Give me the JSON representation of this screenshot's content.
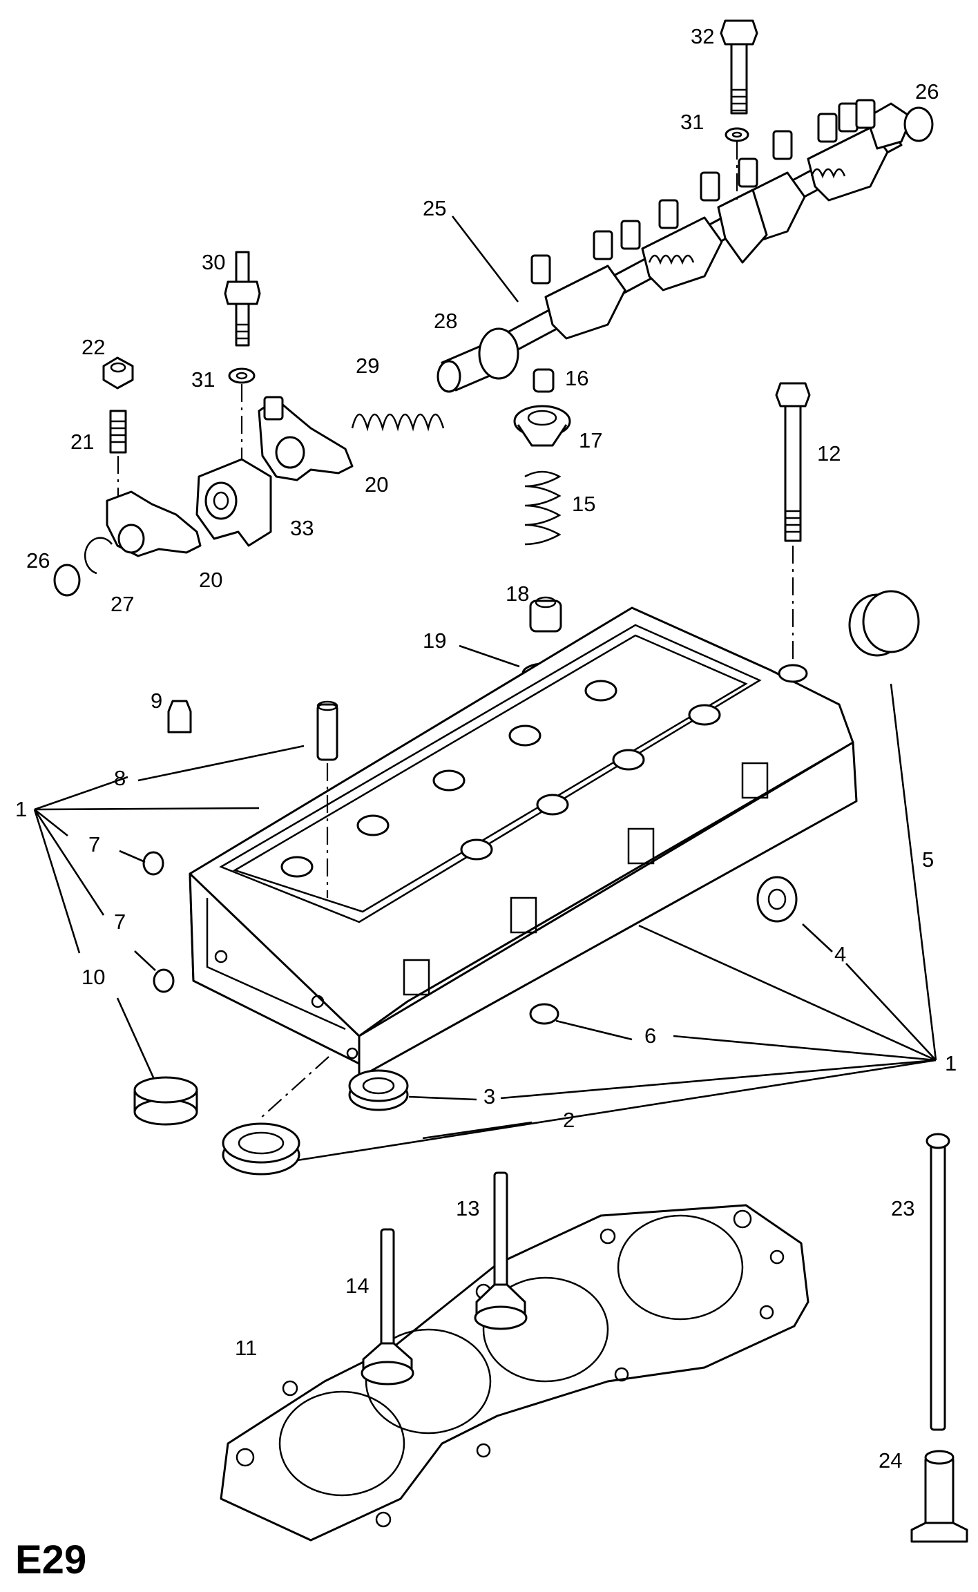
{
  "diagram": {
    "page_code": "E29",
    "callouts": [
      {
        "id": "c32",
        "label": "32"
      },
      {
        "id": "c26a",
        "label": "26"
      },
      {
        "id": "c31a",
        "label": "31"
      },
      {
        "id": "c25",
        "label": "25"
      },
      {
        "id": "c30",
        "label": "30"
      },
      {
        "id": "c28",
        "label": "28"
      },
      {
        "id": "c22",
        "label": "22"
      },
      {
        "id": "c29",
        "label": "29"
      },
      {
        "id": "c16",
        "label": "16"
      },
      {
        "id": "c31b",
        "label": "31"
      },
      {
        "id": "c17",
        "label": "17"
      },
      {
        "id": "c21",
        "label": "21"
      },
      {
        "id": "c12",
        "label": "12"
      },
      {
        "id": "c20a",
        "label": "20"
      },
      {
        "id": "c15",
        "label": "15"
      },
      {
        "id": "c33",
        "label": "33"
      },
      {
        "id": "c26b",
        "label": "26"
      },
      {
        "id": "c20b",
        "label": "20"
      },
      {
        "id": "c27",
        "label": "27"
      },
      {
        "id": "c18",
        "label": "18"
      },
      {
        "id": "c19",
        "label": "19"
      },
      {
        "id": "c9",
        "label": "9"
      },
      {
        "id": "c8",
        "label": "8"
      },
      {
        "id": "c1a",
        "label": "1"
      },
      {
        "id": "c7a",
        "label": "7"
      },
      {
        "id": "c5",
        "label": "5"
      },
      {
        "id": "c7b",
        "label": "7"
      },
      {
        "id": "c4",
        "label": "4"
      },
      {
        "id": "c10",
        "label": "10"
      },
      {
        "id": "c6",
        "label": "6"
      },
      {
        "id": "c1b",
        "label": "1"
      },
      {
        "id": "c3",
        "label": "3"
      },
      {
        "id": "c2",
        "label": "2"
      },
      {
        "id": "c13",
        "label": "13"
      },
      {
        "id": "c23",
        "label": "23"
      },
      {
        "id": "c14",
        "label": "14"
      },
      {
        "id": "c11",
        "label": "11"
      },
      {
        "id": "c24",
        "label": "24"
      }
    ]
  }
}
